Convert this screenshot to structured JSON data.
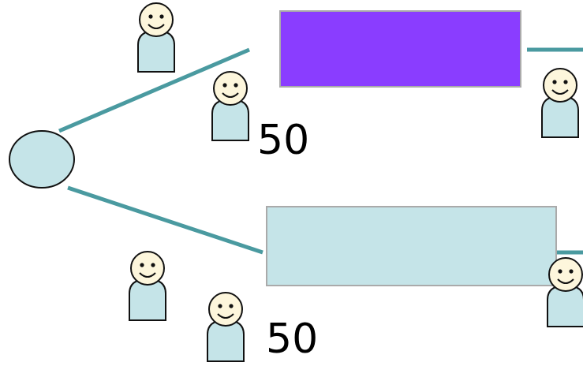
{
  "colors": {
    "connector": "#4a9aa0",
    "node_fill": "#c5e4e8",
    "node_stroke": "#111111",
    "box_top_fill": "#8a3dff",
    "box_bottom_fill": "#c5e4e8",
    "box_stroke": "#aaaaaa",
    "person_fill": "#c5e4e8",
    "face_fill": "#fdf6dc",
    "outline": "#111111"
  },
  "icons": {
    "start_node": "circle",
    "person": "smiley-person-icon"
  },
  "branches": [
    {
      "id": "top",
      "count_label": "50",
      "box_color": "purple"
    },
    {
      "id": "bottom",
      "count_label": "50",
      "box_color": "light-blue"
    }
  ]
}
